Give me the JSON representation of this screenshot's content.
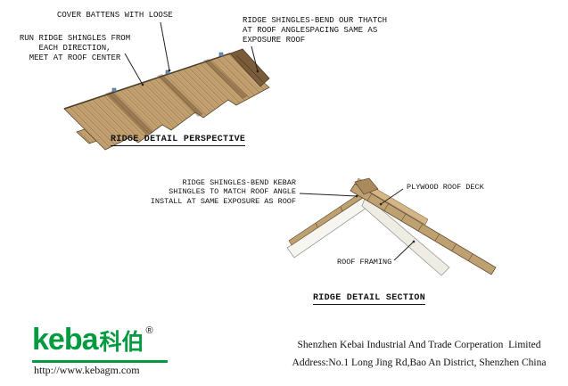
{
  "perspective": {
    "caption": "RIDGE DETAIL PERSPECTIVE",
    "labels": {
      "cover_battens": "COVER BATTENS WITH LOOSE",
      "run_ridge": "RUN RIDGE SHINGLES FROM\nEACH DIRECTION,\nMEET AT ROOF CENTER",
      "bend_thatch": "RIDGE SHINGLES-BEND OUR THATCH\nAT ROOF ANGLESPACING SAME AS\nEXPOSURE ROOF"
    }
  },
  "section": {
    "caption": "RIDGE DETAIL SECTION",
    "labels": {
      "bend_kebar": "RIDGE SHINGLES-BEND KEBAR\nSHINGLES TO MATCH ROOF ANGLE\nINSTALL AT SAME EXPOSURE AS ROOF",
      "plywood": "PLYWOOD ROOF DECK",
      "framing": "ROOF FRAMING"
    }
  },
  "footer": {
    "logo": {
      "latin": "keba",
      "cjk": "科伯",
      "registered": "®",
      "url": "http://www.kebagm.com"
    },
    "company_line1": "Shenzhen Kebai Industrial And Trade Corperation  Limited",
    "company_line2": "Address:No.1 Long Jing Rd,Bao An District, Shenzhen China"
  },
  "colors": {
    "brand_green": "#009B3E",
    "wood_base": "#C2A06E",
    "wood_dark": "#6E5233",
    "batten_blue": "#6C8FB8",
    "line_black": "#222222"
  }
}
